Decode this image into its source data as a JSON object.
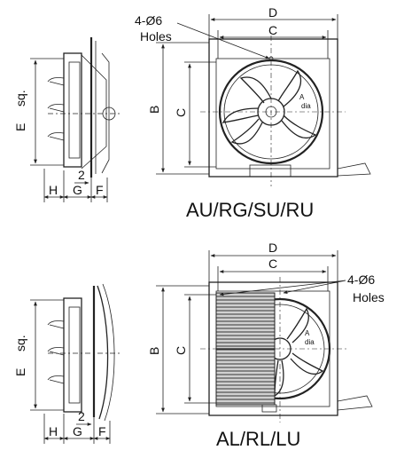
{
  "top": {
    "model": "AU/RG/SU/RU",
    "holes_qty": "4-Ø6",
    "holes_word": "Holes",
    "labels": {
      "D": "D",
      "C_top": "C",
      "B": "B",
      "C_side": "C",
      "E": "E",
      "sq": "sq.",
      "H": "H",
      "G": "G",
      "F": "F",
      "two": "2",
      "A": "A",
      "dia": "dia"
    }
  },
  "bottom": {
    "model": "AL/RL/LU",
    "holes_qty": "4-Ø6",
    "holes_word": "Holes",
    "labels": {
      "D": "D",
      "C_top": "C",
      "B": "B",
      "C_side": "C",
      "E": "E",
      "sq": "sq.",
      "H": "H",
      "G": "G",
      "F": "F",
      "two": "2",
      "A": "A",
      "dia": "dia"
    }
  }
}
